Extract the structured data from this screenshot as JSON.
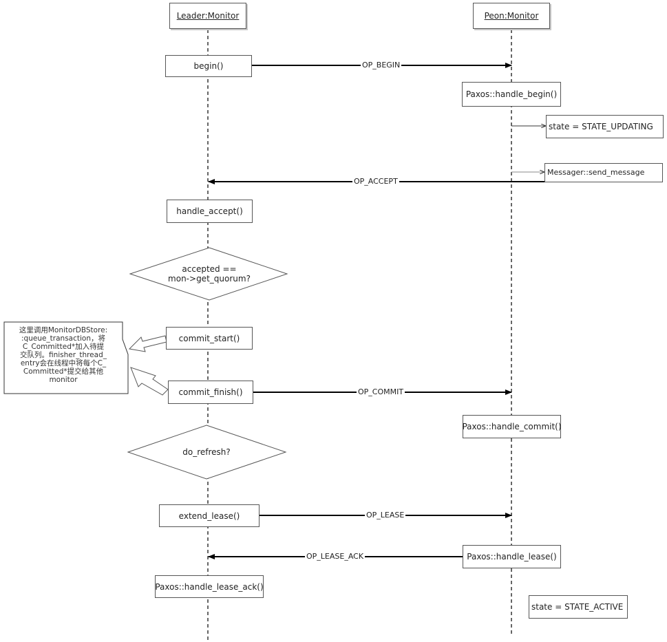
{
  "lifelines": {
    "leader": "Leader:Monitor",
    "peon": "Peon:Monitor"
  },
  "leader_boxes": {
    "begin": "begin()",
    "handle_accept": "handle_accept()",
    "commit_start": "commit_start()",
    "commit_finish": "commit_finish()",
    "extend_lease": "extend_lease()",
    "handle_lease_ack": "Paxos::handle_lease_ack()"
  },
  "decisions": {
    "accepted": [
      "accepted ==",
      "mon->get_quorum?"
    ],
    "do_refresh": "do_refresh?"
  },
  "peon_boxes": {
    "handle_begin": "Paxos::handle_begin()",
    "state_updating": "state = STATE_UPDATING",
    "send_message": "Messager::send_message",
    "handle_commit": "Paxos::handle_commit()",
    "handle_lease": "Paxos::handle_lease()",
    "state_active": "state = STATE_ACTIVE"
  },
  "messages": {
    "op_begin": "OP_BEGIN",
    "op_accept": "OP_ACCEPT",
    "op_commit": "OP_COMMIT",
    "op_lease": "OP_LEASE",
    "op_lease_ack": "OP_LEASE_ACK"
  },
  "note": [
    "这里调用MonitorDBStore:",
    ":queue_transaction，将",
    "C_Committed*加入待提",
    "交队列。finisher_thread_",
    "entry会在线程中将每个C_",
    "Committed*提交给其他",
    "monitor"
  ]
}
